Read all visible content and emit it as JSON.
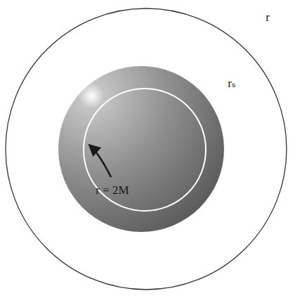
{
  "diagram": {
    "labels": [
      "r",
      "rₛ",
      "r = 2M"
    ]
  }
}
